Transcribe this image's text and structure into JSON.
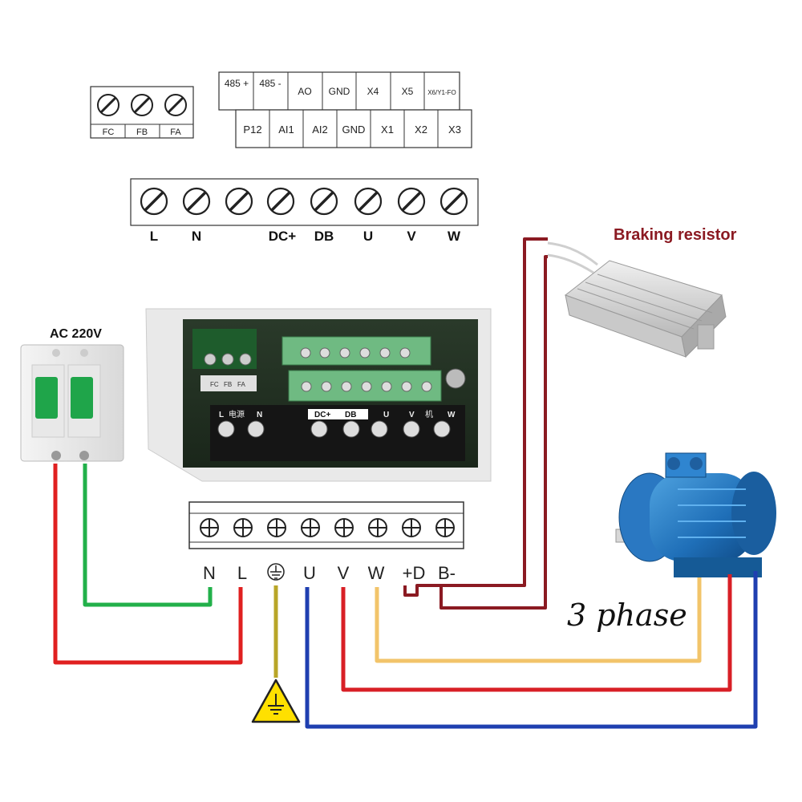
{
  "relay_terminals": [
    "FC",
    "FB",
    "FA"
  ],
  "control_top_row": [
    "485 +",
    "485 -",
    "AO",
    "GND",
    "X4",
    "X5",
    "X6/Y1-FO"
  ],
  "control_bottom_row": [
    "P12",
    "AI1",
    "AI2",
    "GND",
    "X1",
    "X2",
    "X3"
  ],
  "power_terminals": [
    "L",
    "N",
    "",
    "DC+",
    "DB",
    "U",
    "V",
    "W"
  ],
  "braking_resistor_label": "Braking resistor",
  "breaker_label": "AC  220V",
  "strip_labels": [
    "N",
    "L",
    "⏚",
    "U",
    "V",
    "W",
    "+D",
    "B-"
  ],
  "motor_label": "3 phase",
  "pcb": {
    "relay_labels": [
      "FC",
      "FB",
      "FA"
    ],
    "power_labels": [
      "L",
      "电源",
      "N",
      "DC+",
      "DB",
      "U",
      "V",
      "机",
      "W"
    ]
  },
  "colors": {
    "live": "#e02020",
    "neutral": "#22b04a",
    "earth": "#b8a628",
    "u_phase": "#1f3fb0",
    "v_phase": "#d81f26",
    "w_phase": "#f2c46a",
    "braking": "#8b1a22"
  }
}
